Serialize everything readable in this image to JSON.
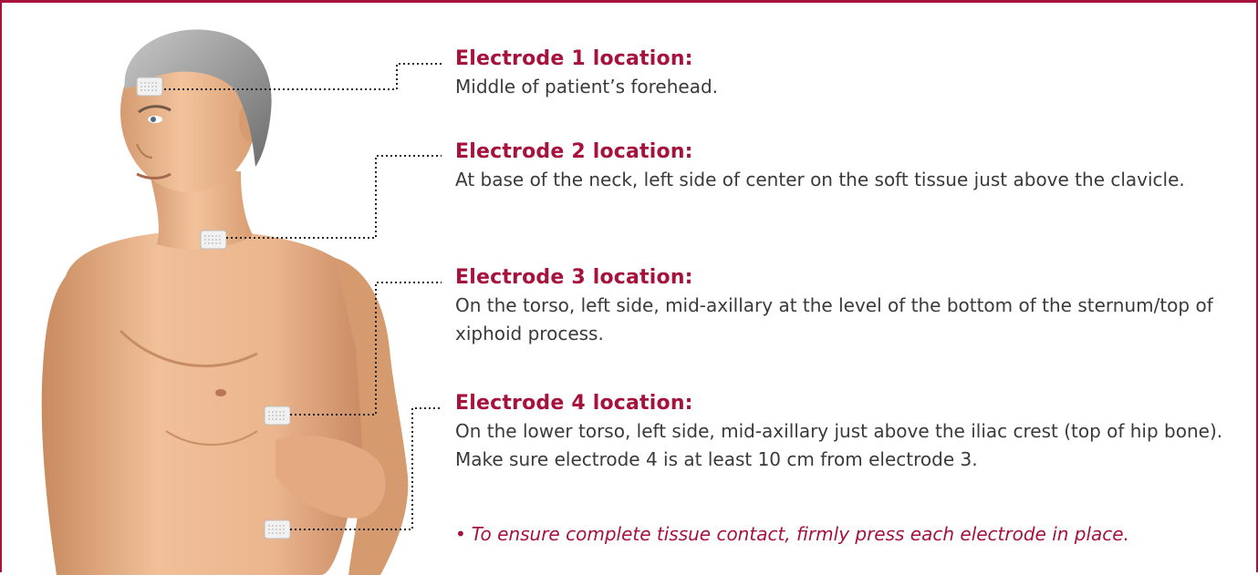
{
  "electrodes": [
    {
      "heading": "Electrode 1 location:",
      "description": "Middle of patient’s forehead."
    },
    {
      "heading": "Electrode 2 location:",
      "description": "At base of the neck, left side of center on the soft tissue just above the clavicle."
    },
    {
      "heading": "Electrode 3 location:",
      "description": "On the torso, left side, mid-axillary at the level of the bottom of the sternum/top of xiphoid process."
    },
    {
      "heading": "Electrode 4 location:",
      "description": "On the lower torso, left side, mid-axillary just above the iliac crest (top of hip bone). Make sure electrode 4 is at least 10 cm from electrode 3."
    }
  ],
  "note": {
    "bullet": "•",
    "text": "To ensure complete tissue contact, firmly press each electrode in place."
  },
  "colors": {
    "accent": "#a6123c",
    "body_text": "#3a3a3a",
    "skin": "#e8b48c",
    "hair": "#9a9a9a"
  },
  "icons": [
    "patient-illustration",
    "electrode-pad"
  ]
}
